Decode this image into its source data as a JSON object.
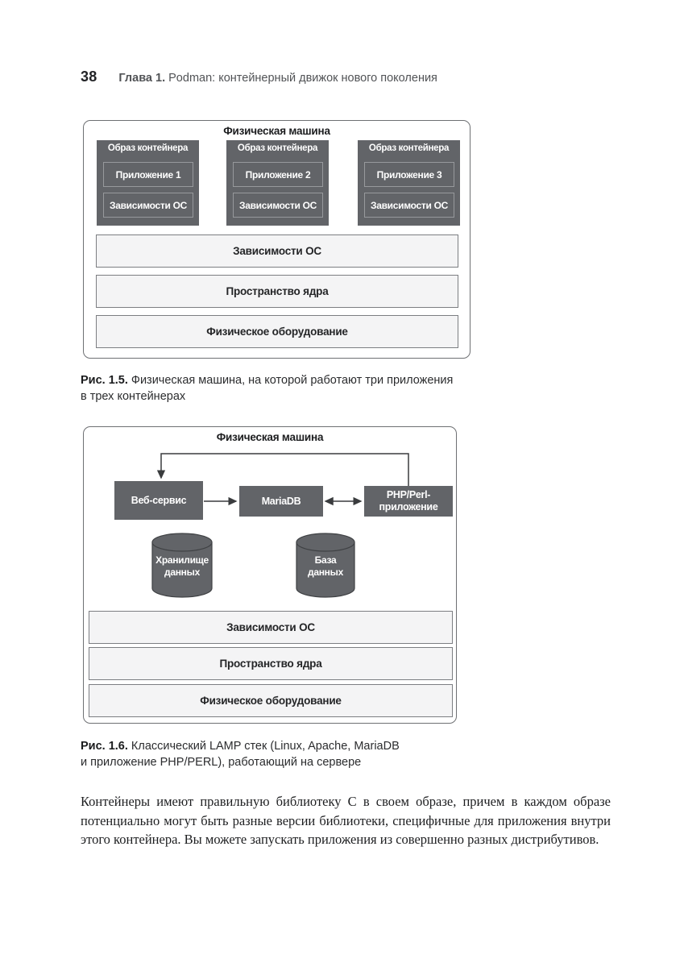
{
  "page": {
    "number": "38",
    "chapter_label": "Глава 1.",
    "chapter_title": " Podman: контейнерный движок нового поколения"
  },
  "figure1": {
    "frame_title": "Физическая машина",
    "containers": [
      {
        "title": "Образ контейнера",
        "app": "Приложение 1",
        "deps": "Зависимости ОС"
      },
      {
        "title": "Образ контейнера",
        "app": "Приложение 2",
        "deps": "Зависимости ОС"
      },
      {
        "title": "Образ контейнера",
        "app": "Приложение 3",
        "deps": "Зависимости ОС"
      }
    ],
    "layers": [
      "Зависимости ОС",
      "Пространство ядра",
      "Физическое оборудование"
    ],
    "caption_label": "Рис. 1.5.",
    "caption_text": " Физическая машина, на которой работают три приложения\nв трех контейнерах"
  },
  "figure2": {
    "frame_title": "Физическая машина",
    "nodes": {
      "web": "Веб-сервис",
      "db": "MariaDB",
      "app": "PHP/Perl-приложение"
    },
    "cylinders": [
      {
        "label": "Хранилище\nданных"
      },
      {
        "label": "База\nданных"
      }
    ],
    "layers": [
      "Зависимости ОС",
      "Пространство ядра",
      "Физическое оборудование"
    ],
    "caption_label": "Рис. 1.6.",
    "caption_text": " Классический LAMP стек (Linux, Apache, MariaDB\nи приложение PHP/PERL), работающий на сервере"
  },
  "body_paragraph": "Контейнеры имеют правильную библиотеку C в своем образе, причем в каждом образе потенциально могут быть разные версии библиотеки, специфичные для приложения внутри этого контейнера. Вы можете запускать приложения из совершенно разных дистрибутивов.",
  "colors": {
    "box_dark": "#626468",
    "box_inner_border": "#97999c",
    "layer_fill": "#f4f4f5",
    "layer_border": "#7c7e82",
    "frame_border": "#6e7073",
    "line": "#3a3c3e",
    "text_on_dark": "#ffffff"
  }
}
